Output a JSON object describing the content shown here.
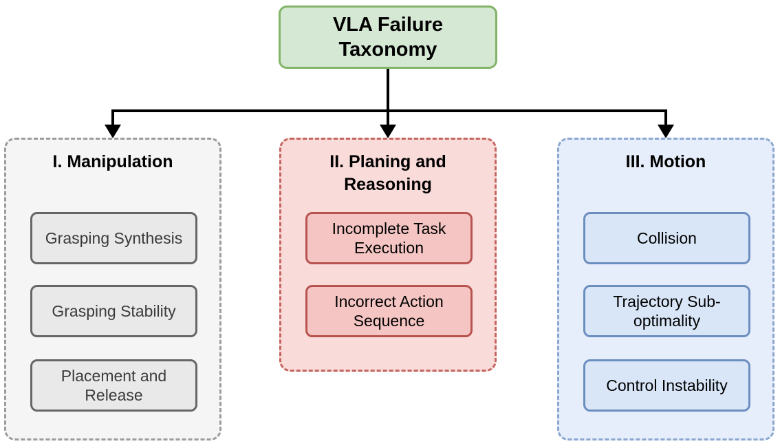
{
  "diagram": {
    "type": "taxonomy-tree",
    "root": {
      "label": "VLA Failure Taxonomy"
    },
    "connector_color": "#000000",
    "root_colors": {
      "fill": "#d5e8d4",
      "border": "#82b366"
    },
    "categories": [
      {
        "label": "I. Manipulation",
        "items": [
          "Grasping Synthesis",
          "Grasping Stability",
          "Placement and Release"
        ],
        "colors": {
          "container_fill": "#f5f5f5",
          "container_border": "#9c9c9c",
          "item_fill": "#e9e9e9",
          "item_border": "#666666"
        }
      },
      {
        "label": "II. Planing and Reasoning",
        "items": [
          "Incomplete Task Execution",
          "Incorrect Action Sequence"
        ],
        "colors": {
          "container_fill": "#f9dbd9",
          "container_border": "#c4655f",
          "item_fill": "#f4c5c2",
          "item_border": "#b85450"
        }
      },
      {
        "label": "III. Motion",
        "items": [
          "Collision",
          "Trajectory Sub-optimality",
          "Control Instability"
        ],
        "colors": {
          "container_fill": "#e7eefb",
          "container_border": "#8ba7d0",
          "item_fill": "#d9e6f8",
          "item_border": "#6c8ebf"
        }
      }
    ]
  }
}
